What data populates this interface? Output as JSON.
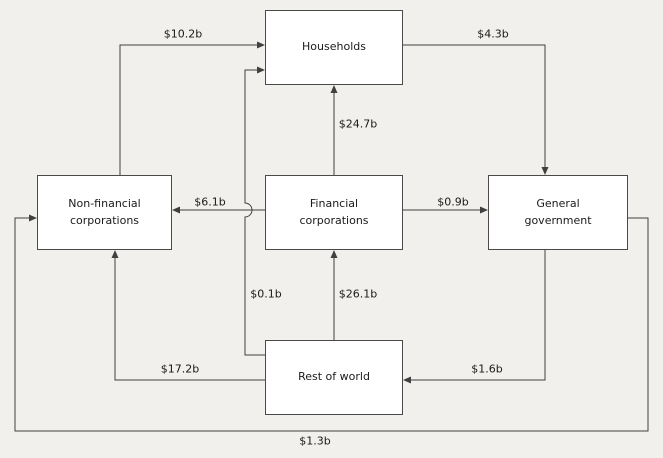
{
  "colors": {
    "background": "#f2f0ec",
    "line": "#404040",
    "box_border": "#4a4a4a",
    "box_fill": "#ffffff",
    "text": "#1a1a1a"
  },
  "diagram": {
    "type": "flow-diagram",
    "description": "Inter-sectoral financial flows",
    "nodes": [
      {
        "id": "households",
        "label": "Households"
      },
      {
        "id": "non-financial-corporations",
        "label": "Non-financial\ncorporations"
      },
      {
        "id": "financial-corporations",
        "label": "Financial\ncorporations"
      },
      {
        "id": "general-government",
        "label": "General\ngovernment"
      },
      {
        "id": "rest-of-world",
        "label": "Rest of world"
      }
    ],
    "flows": [
      {
        "amount": "$10.2b",
        "from": "Non-financial corporations",
        "to": "Households"
      },
      {
        "amount": "$4.3b",
        "from": "Households",
        "to": "General government"
      },
      {
        "amount": "$24.7b",
        "from": "Financial corporations",
        "to": "Households"
      },
      {
        "amount": "$6.1b",
        "from": "Financial corporations",
        "to": "Non-financial corporations"
      },
      {
        "amount": "$0.9b",
        "from": "Financial corporations",
        "to": "General government"
      },
      {
        "amount": "$0.1b",
        "from": "Rest of world",
        "to": "Households"
      },
      {
        "amount": "$26.1b",
        "from": "Rest of world",
        "to": "Financial corporations"
      },
      {
        "amount": "$17.2b",
        "from": "Rest of world",
        "to": "Non-financial corporations"
      },
      {
        "amount": "$1.6b",
        "from": "General government",
        "to": "Rest of world"
      },
      {
        "amount": "$1.3b",
        "from": "General government",
        "to": "Non-financial corporations"
      }
    ]
  }
}
